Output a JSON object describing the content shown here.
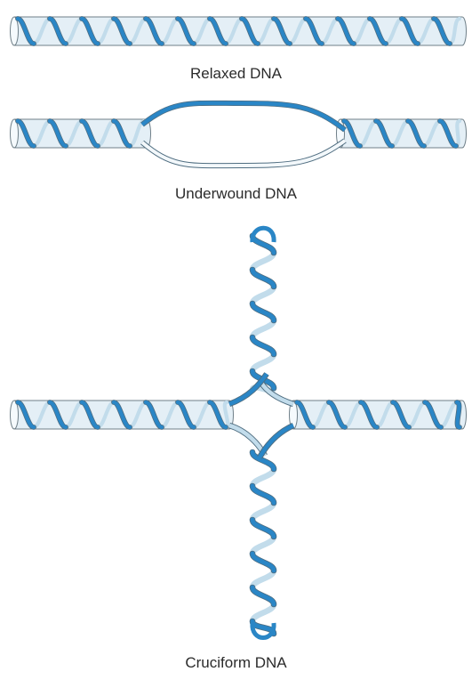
{
  "captions": {
    "relaxed": "Relaxed DNA",
    "underwound": "Underwound DNA",
    "cruciform": "Cruciform DNA"
  },
  "colors": {
    "tube_fill": "#e4eff6",
    "tube_outline": "#6f7f88",
    "strand_front": "#2a86c6",
    "strand_back": "#c2dceb",
    "strand_edge": "#4f6d80"
  }
}
